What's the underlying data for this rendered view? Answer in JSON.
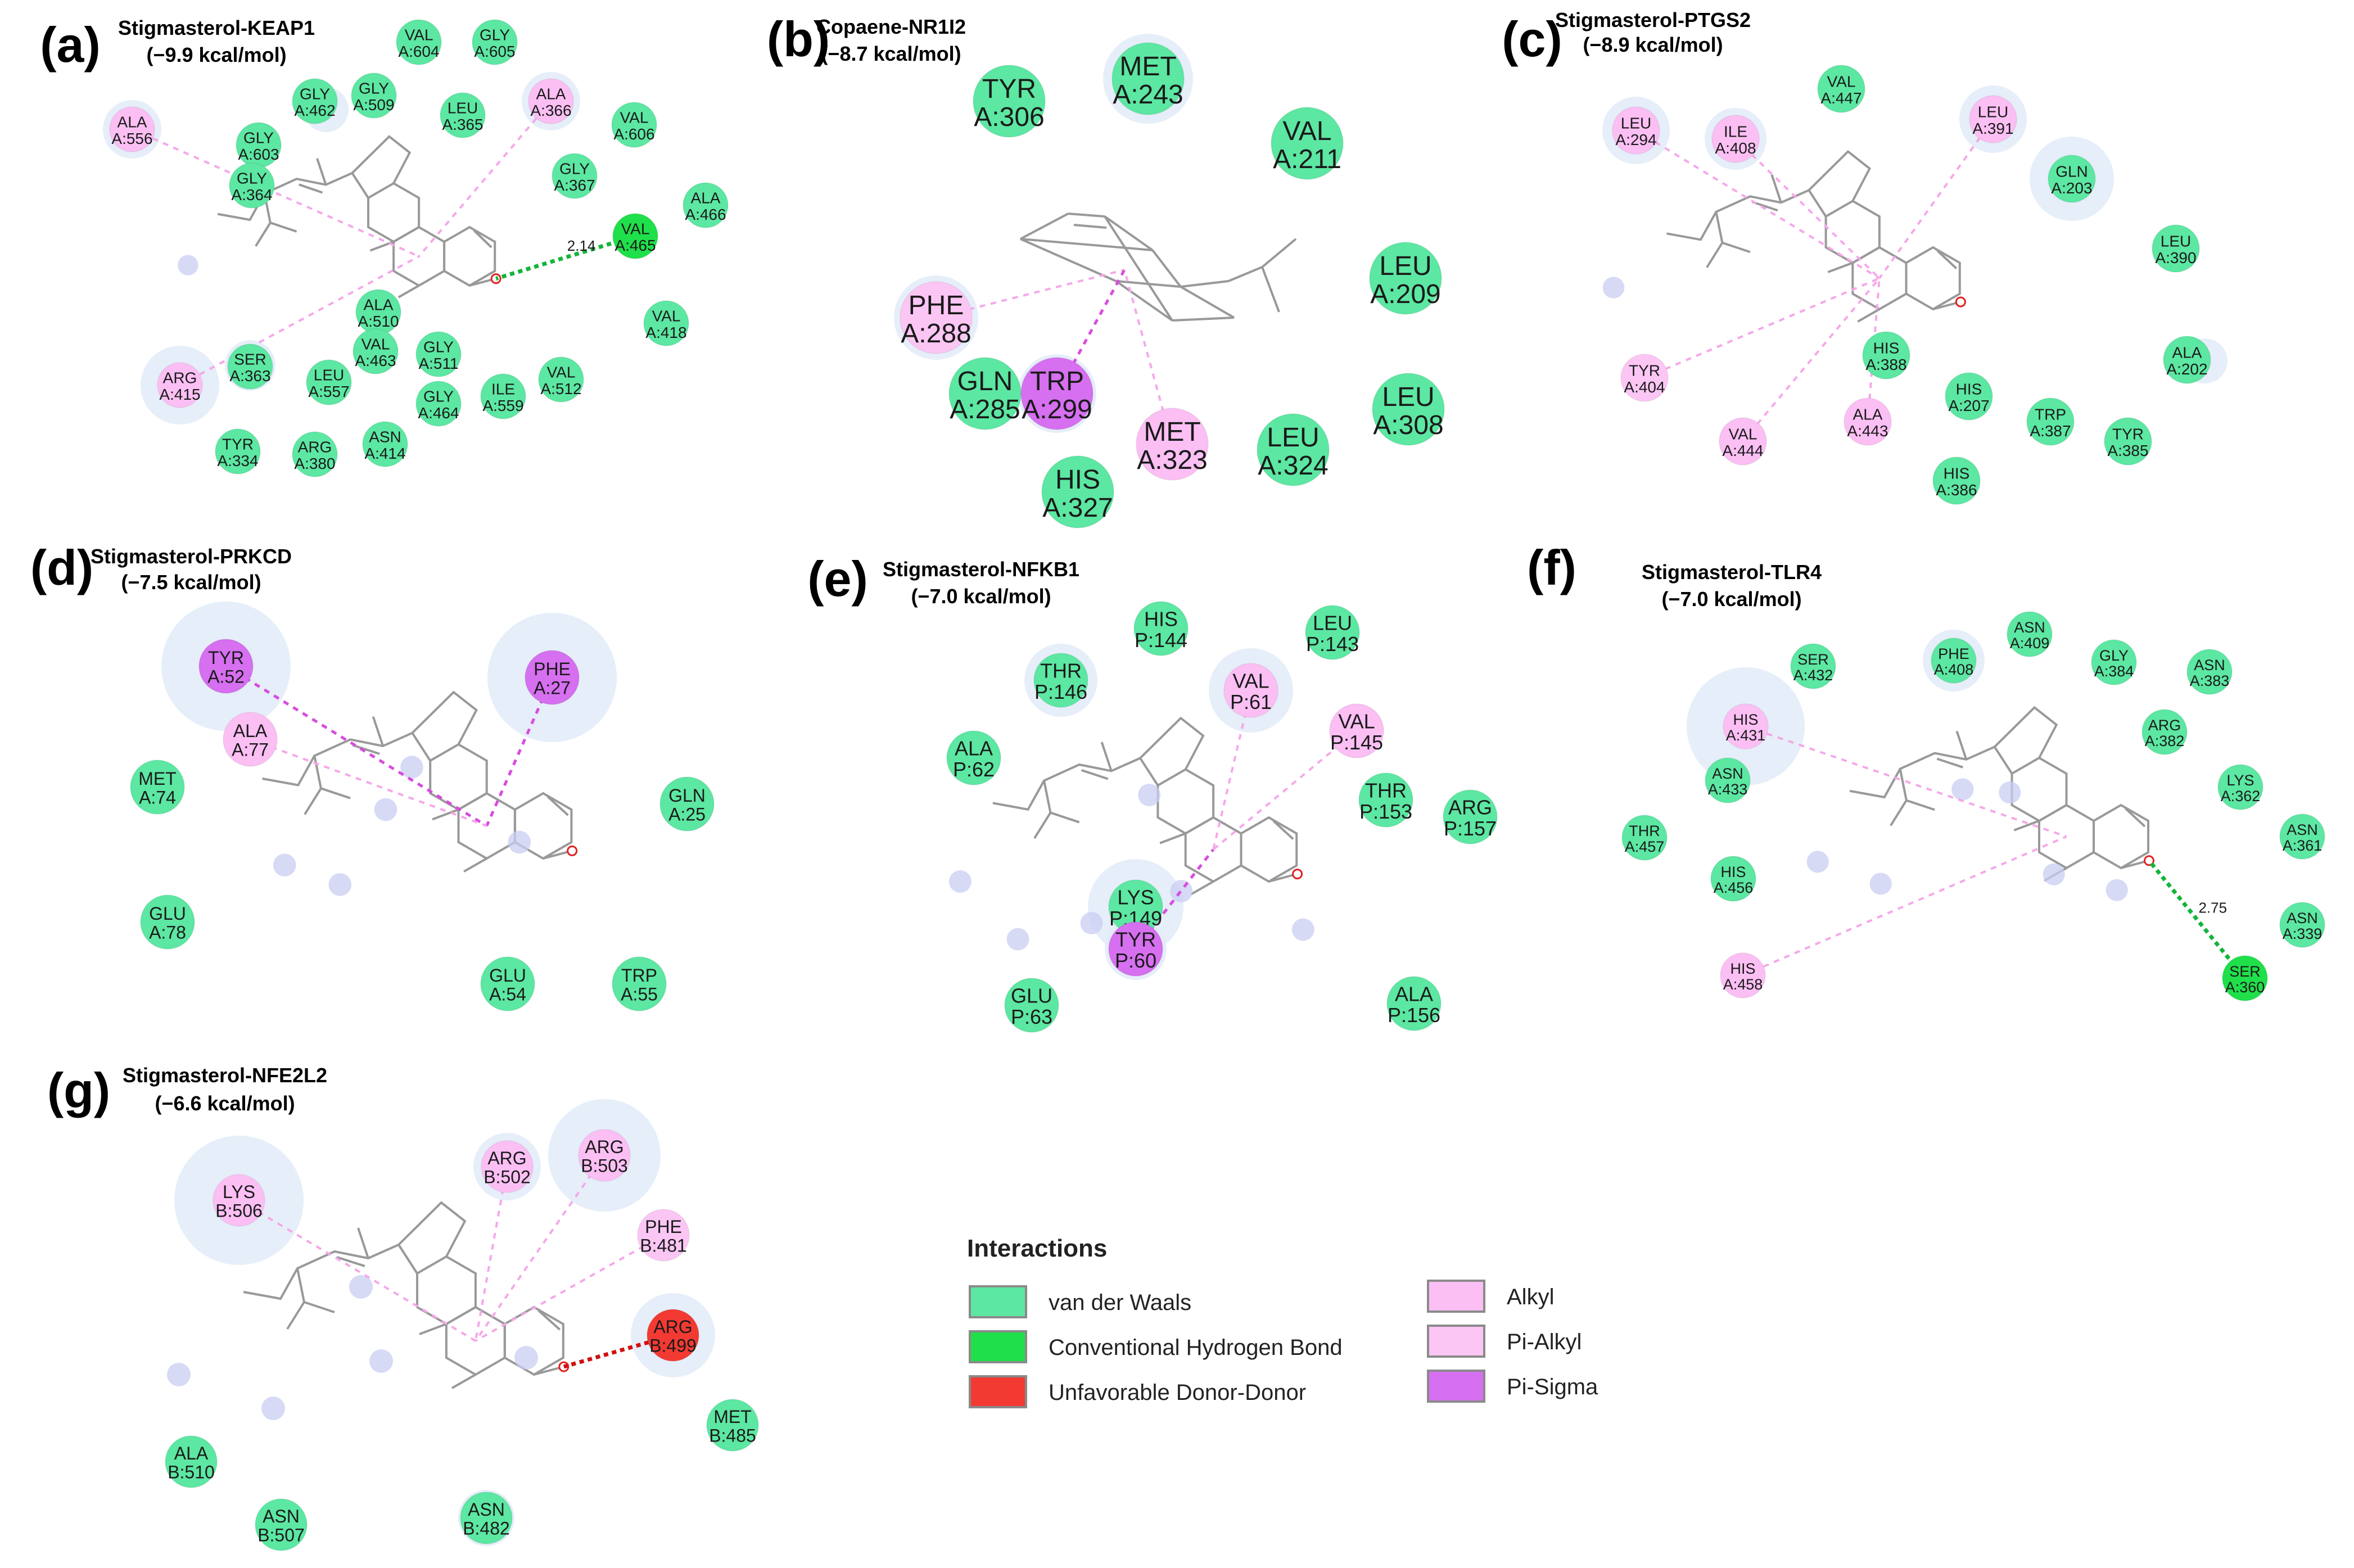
{
  "colors": {
    "vdw": "#5ce7a2",
    "hbond": "#1fe04a",
    "unfav": "#f23a33",
    "alkyl": "#fbbff4",
    "pialkyl": "#fbc6f4",
    "pisigma": "#d66ff0",
    "halo": "#e2ebf8",
    "line": "#999999",
    "hbondLine": "#12b53a",
    "unfavLine": "#d01010",
    "contactLine": "#f5a8e8",
    "sigmaLine": "#d84be0"
  },
  "panels": [
    {
      "label": "(a)",
      "title": "Stigmasterol-KEAP1",
      "energy": "(−9.9 kcal/mol)",
      "residues": [
        {
          "name": "VAL",
          "id": "A:604",
          "type": "vdw"
        },
        {
          "name": "GLY",
          "id": "A:605",
          "type": "vdw"
        },
        {
          "name": "GLY",
          "id": "A:462",
          "type": "vdw"
        },
        {
          "name": "GLY",
          "id": "A:509",
          "type": "vdw"
        },
        {
          "name": "ALA",
          "id": "A:556",
          "type": "alkyl"
        },
        {
          "name": "LEU",
          "id": "A:365",
          "type": "vdw"
        },
        {
          "name": "ALA",
          "id": "A:366",
          "type": "alkyl"
        },
        {
          "name": "VAL",
          "id": "A:606",
          "type": "vdw"
        },
        {
          "name": "GLY",
          "id": "A:603",
          "type": "vdw"
        },
        {
          "name": "GLY",
          "id": "A:364",
          "type": "vdw"
        },
        {
          "name": "GLY",
          "id": "A:367",
          "type": "vdw"
        },
        {
          "name": "ALA",
          "id": "A:466",
          "type": "vdw"
        },
        {
          "name": "VAL",
          "id": "A:465",
          "type": "hbond"
        },
        {
          "name": "ALA",
          "id": "A:510",
          "type": "vdw"
        },
        {
          "name": "VAL",
          "id": "A:418",
          "type": "vdw"
        },
        {
          "name": "SER",
          "id": "A:363",
          "type": "vdw"
        },
        {
          "name": "VAL",
          "id": "A:463",
          "type": "vdw"
        },
        {
          "name": "GLY",
          "id": "A:511",
          "type": "vdw"
        },
        {
          "name": "ARG",
          "id": "A:415",
          "type": "alkyl"
        },
        {
          "name": "LEU",
          "id": "A:557",
          "type": "vdw"
        },
        {
          "name": "VAL",
          "id": "A:512",
          "type": "vdw"
        },
        {
          "name": "ILE",
          "id": "A:559",
          "type": "vdw"
        },
        {
          "name": "GLY",
          "id": "A:464",
          "type": "vdw"
        },
        {
          "name": "TYR",
          "id": "A:334",
          "type": "vdw"
        },
        {
          "name": "ARG",
          "id": "A:380",
          "type": "vdw"
        },
        {
          "name": "ASN",
          "id": "A:414",
          "type": "vdw"
        }
      ],
      "distances": [
        "2.14"
      ]
    },
    {
      "label": "(b)",
      "title": "Copaene-NR1I2",
      "energy": "(−8.7 kcal/mol)",
      "residues": [
        {
          "name": "TYR",
          "id": "A:306",
          "type": "vdw"
        },
        {
          "name": "MET",
          "id": "A:243",
          "type": "vdw"
        },
        {
          "name": "VAL",
          "id": "A:211",
          "type": "vdw"
        },
        {
          "name": "LEU",
          "id": "A:209",
          "type": "vdw"
        },
        {
          "name": "PHE",
          "id": "A:288",
          "type": "pialkyl"
        },
        {
          "name": "GLN",
          "id": "A:285",
          "type": "vdw"
        },
        {
          "name": "TRP",
          "id": "A:299",
          "type": "pisigma"
        },
        {
          "name": "LEU",
          "id": "A:308",
          "type": "vdw"
        },
        {
          "name": "MET",
          "id": "A:323",
          "type": "alkyl"
        },
        {
          "name": "LEU",
          "id": "A:324",
          "type": "vdw"
        },
        {
          "name": "HIS",
          "id": "A:327",
          "type": "vdw"
        }
      ],
      "distances": []
    },
    {
      "label": "(c)",
      "title": "Stigmasterol-PTGS2",
      "energy": "(−8.9 kcal/mol)",
      "residues": [
        {
          "name": "VAL",
          "id": "A:447",
          "type": "vdw"
        },
        {
          "name": "LEU",
          "id": "A:294",
          "type": "alkyl"
        },
        {
          "name": "ILE",
          "id": "A:408",
          "type": "alkyl"
        },
        {
          "name": "LEU",
          "id": "A:391",
          "type": "alkyl"
        },
        {
          "name": "GLN",
          "id": "A:203",
          "type": "vdw"
        },
        {
          "name": "LEU",
          "id": "A:390",
          "type": "vdw"
        },
        {
          "name": "HIS",
          "id": "A:388",
          "type": "vdw"
        },
        {
          "name": "ALA",
          "id": "A:202",
          "type": "vdw"
        },
        {
          "name": "TYR",
          "id": "A:404",
          "type": "pialkyl"
        },
        {
          "name": "HIS",
          "id": "A:207",
          "type": "vdw"
        },
        {
          "name": "ALA",
          "id": "A:443",
          "type": "alkyl"
        },
        {
          "name": "TRP",
          "id": "A:387",
          "type": "vdw"
        },
        {
          "name": "TYR",
          "id": "A:385",
          "type": "vdw"
        },
        {
          "name": "VAL",
          "id": "A:444",
          "type": "alkyl"
        },
        {
          "name": "HIS",
          "id": "A:386",
          "type": "vdw"
        }
      ],
      "distances": []
    },
    {
      "label": "(d)",
      "title": "Stigmasterol-PRKCD",
      "energy": "(−7.5 kcal/mol)",
      "residues": [
        {
          "name": "TYR",
          "id": "A:52",
          "type": "pisigma"
        },
        {
          "name": "PHE",
          "id": "A:27",
          "type": "pisigma"
        },
        {
          "name": "ALA",
          "id": "A:77",
          "type": "alkyl"
        },
        {
          "name": "MET",
          "id": "A:74",
          "type": "vdw"
        },
        {
          "name": "GLN",
          "id": "A:25",
          "type": "vdw"
        },
        {
          "name": "GLU",
          "id": "A:78",
          "type": "vdw"
        },
        {
          "name": "GLU",
          "id": "A:54",
          "type": "vdw"
        },
        {
          "name": "TRP",
          "id": "A:55",
          "type": "vdw"
        }
      ],
      "distances": []
    },
    {
      "label": "(e)",
      "title": "Stigmasterol-NFKB1",
      "energy": "(−7.0 kcal/mol)",
      "residues": [
        {
          "name": "HIS",
          "id": "P:144",
          "type": "vdw"
        },
        {
          "name": "LEU",
          "id": "P:143",
          "type": "vdw"
        },
        {
          "name": "THR",
          "id": "P:146",
          "type": "vdw"
        },
        {
          "name": "VAL",
          "id": "P:61",
          "type": "alkyl"
        },
        {
          "name": "VAL",
          "id": "P:145",
          "type": "alkyl"
        },
        {
          "name": "ALA",
          "id": "P:62",
          "type": "vdw"
        },
        {
          "name": "THR",
          "id": "P:153",
          "type": "vdw"
        },
        {
          "name": "ARG",
          "id": "P:157",
          "type": "vdw"
        },
        {
          "name": "LYS",
          "id": "P:149",
          "type": "vdw"
        },
        {
          "name": "TYR",
          "id": "P:60",
          "type": "pisigma"
        },
        {
          "name": "GLU",
          "id": "P:63",
          "type": "vdw"
        },
        {
          "name": "ALA",
          "id": "P:156",
          "type": "vdw"
        }
      ],
      "distances": []
    },
    {
      "label": "(f)",
      "title": "Stigmasterol-TLR4",
      "energy": "(−7.0 kcal/mol)",
      "residues": [
        {
          "name": "ASN",
          "id": "A:409",
          "type": "vdw"
        },
        {
          "name": "SER",
          "id": "A:432",
          "type": "vdw"
        },
        {
          "name": "PHE",
          "id": "A:408",
          "type": "vdw"
        },
        {
          "name": "GLY",
          "id": "A:384",
          "type": "vdw"
        },
        {
          "name": "ASN",
          "id": "A:383",
          "type": "vdw"
        },
        {
          "name": "HIS",
          "id": "A:431",
          "type": "alkyl"
        },
        {
          "name": "ARG",
          "id": "A:382",
          "type": "vdw"
        },
        {
          "name": "ASN",
          "id": "A:433",
          "type": "vdw"
        },
        {
          "name": "LYS",
          "id": "A:362",
          "type": "vdw"
        },
        {
          "name": "THR",
          "id": "A:457",
          "type": "vdw"
        },
        {
          "name": "ASN",
          "id": "A:361",
          "type": "vdw"
        },
        {
          "name": "HIS",
          "id": "A:456",
          "type": "vdw"
        },
        {
          "name": "ASN",
          "id": "A:339",
          "type": "vdw"
        },
        {
          "name": "HIS",
          "id": "A:458",
          "type": "alkyl"
        },
        {
          "name": "SER",
          "id": "A:360",
          "type": "hbond"
        }
      ],
      "distances": [
        "2.75"
      ]
    },
    {
      "label": "(g)",
      "title": "Stigmasterol-NFE2L2",
      "energy": "(−6.6 kcal/mol)",
      "residues": [
        {
          "name": "LYS",
          "id": "B:506",
          "type": "alkyl"
        },
        {
          "name": "ARG",
          "id": "B:502",
          "type": "alkyl"
        },
        {
          "name": "ARG",
          "id": "B:503",
          "type": "alkyl"
        },
        {
          "name": "PHE",
          "id": "B:481",
          "type": "pialkyl"
        },
        {
          "name": "ARG",
          "id": "B:499",
          "type": "unfav"
        },
        {
          "name": "MET",
          "id": "B:485",
          "type": "vdw"
        },
        {
          "name": "ALA",
          "id": "B:510",
          "type": "vdw"
        },
        {
          "name": "ASN",
          "id": "B:507",
          "type": "vdw"
        },
        {
          "name": "ASN",
          "id": "B:482",
          "type": "vdw"
        }
      ],
      "distances": []
    }
  ],
  "legend": {
    "title": "Interactions",
    "items": [
      {
        "label": "van der Waals",
        "type": "vdw"
      },
      {
        "label": "Conventional Hydrogen Bond",
        "type": "hbond"
      },
      {
        "label": "Unfavorable Donor-Donor",
        "type": "unfav"
      },
      {
        "label": "Alkyl",
        "type": "alkyl"
      },
      {
        "label": "Pi-Alkyl",
        "type": "pialkyl"
      },
      {
        "label": "Pi-Sigma",
        "type": "pisigma"
      }
    ]
  }
}
